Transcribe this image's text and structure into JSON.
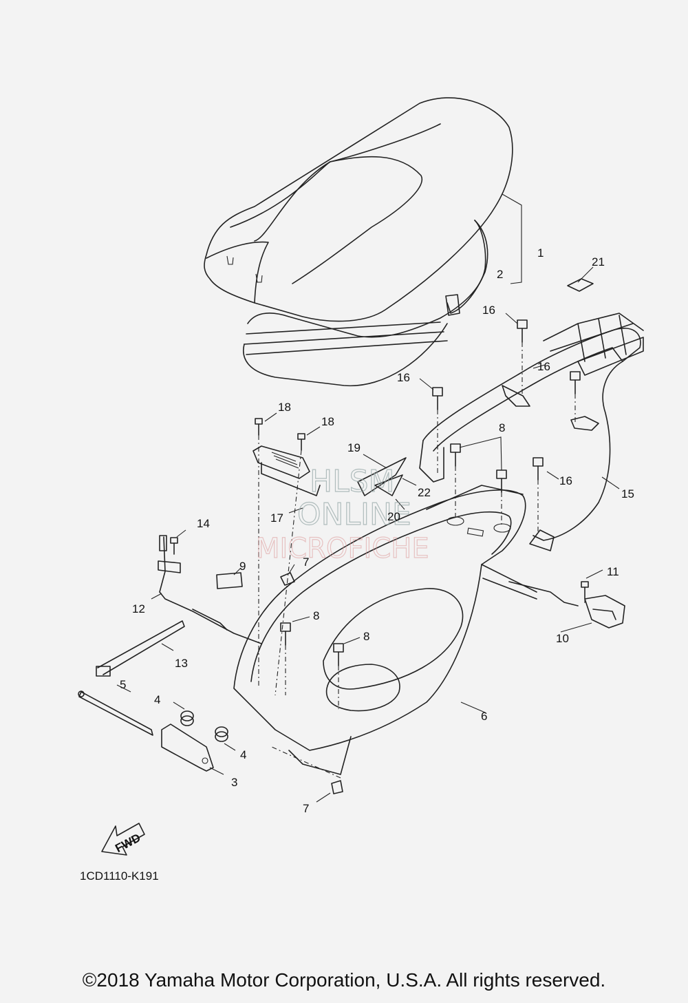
{
  "diagram_code": "1CD1110-K191",
  "fwd_label": "FWD",
  "watermark": {
    "line1": "HLSM",
    "line2": "ONLINE",
    "line3": "MICROFICHE"
  },
  "copyright": "©2018 Yamaha Motor Corporation, U.S.A. All rights reserved.",
  "callouts": [
    {
      "id": "c1",
      "label": "1"
    },
    {
      "id": "c2",
      "label": "2"
    },
    {
      "id": "c3",
      "label": "3"
    },
    {
      "id": "c4a",
      "label": "4"
    },
    {
      "id": "c4b",
      "label": "4"
    },
    {
      "id": "c5",
      "label": "5"
    },
    {
      "id": "c6",
      "label": "6"
    },
    {
      "id": "c7a",
      "label": "7"
    },
    {
      "id": "c7b",
      "label": "7"
    },
    {
      "id": "c8a",
      "label": "8"
    },
    {
      "id": "c8b",
      "label": "8"
    },
    {
      "id": "c8c",
      "label": "8"
    },
    {
      "id": "c9",
      "label": "9"
    },
    {
      "id": "c10",
      "label": "10"
    },
    {
      "id": "c11",
      "label": "11"
    },
    {
      "id": "c12",
      "label": "12"
    },
    {
      "id": "c13",
      "label": "13"
    },
    {
      "id": "c14",
      "label": "14"
    },
    {
      "id": "c15",
      "label": "15"
    },
    {
      "id": "c16a",
      "label": "16"
    },
    {
      "id": "c16b",
      "label": "16"
    },
    {
      "id": "c16c",
      "label": "16"
    },
    {
      "id": "c16d",
      "label": "16"
    },
    {
      "id": "c17",
      "label": "17"
    },
    {
      "id": "c18a",
      "label": "18"
    },
    {
      "id": "c18b",
      "label": "18"
    },
    {
      "id": "c19",
      "label": "19"
    },
    {
      "id": "c20",
      "label": "20"
    },
    {
      "id": "c21",
      "label": "21"
    },
    {
      "id": "c22",
      "label": "22"
    }
  ]
}
